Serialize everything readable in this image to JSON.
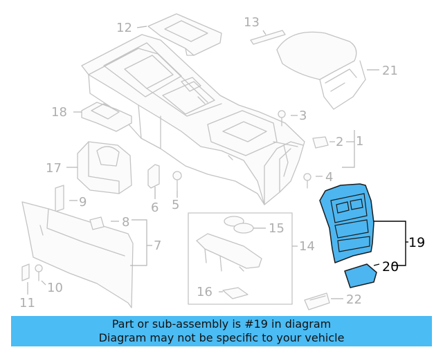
{
  "callouts": {
    "c1": "1",
    "c2": "2",
    "c3": "3",
    "c4": "4",
    "c5": "5",
    "c6": "6",
    "c7": "7",
    "c8": "8",
    "c9": "9",
    "c10": "10",
    "c11": "11",
    "c12": "12",
    "c13": "13",
    "c14": "14",
    "c15": "15",
    "c16": "16",
    "c17": "17",
    "c18": "18",
    "c19": "19",
    "c20": "20",
    "c21": "21",
    "c22": "22"
  },
  "highlight": {
    "part": "19",
    "fill_color": "#4db6f0"
  },
  "banner": {
    "line1": "Part or sub-assembly is #19 in diagram",
    "line2": "Diagram may not be specific to your vehicle",
    "background": "#4bbcf4"
  }
}
